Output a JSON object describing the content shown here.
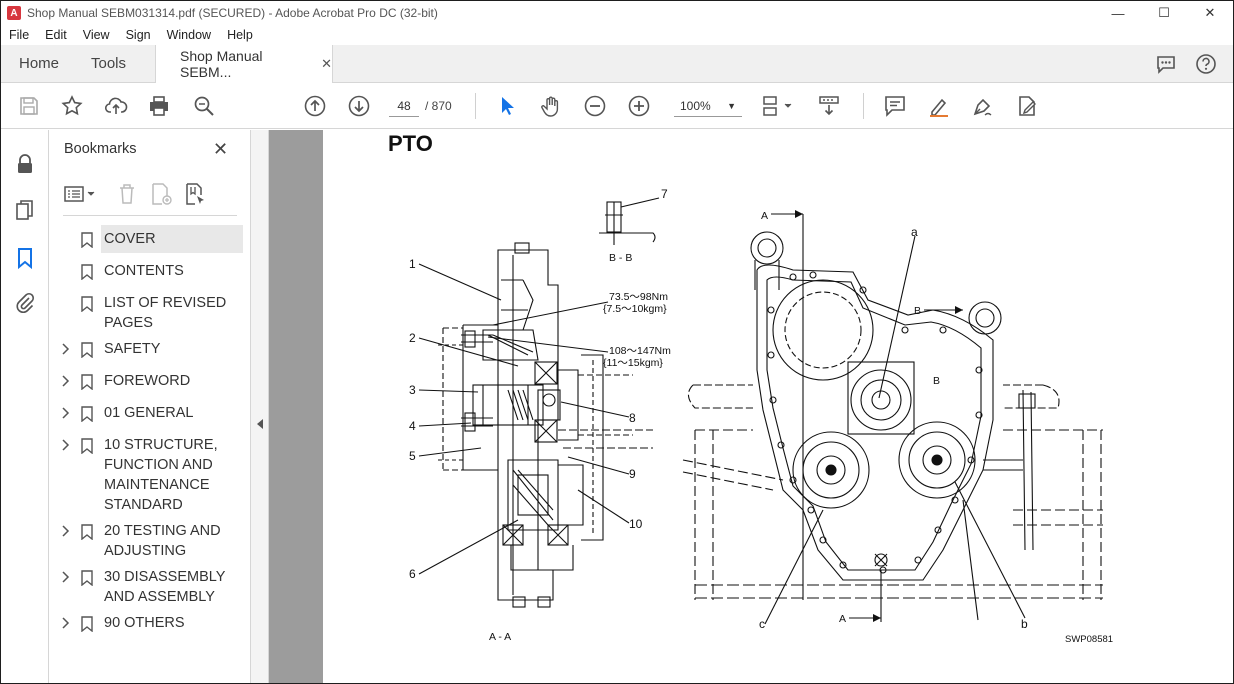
{
  "window": {
    "title": "Shop Manual SEBM031314.pdf (SECURED) - Adobe Acrobat Pro DC (32-bit)",
    "minimize": "—",
    "maximize": "☐",
    "close": "✕"
  },
  "menu": [
    "File",
    "Edit",
    "View",
    "Sign",
    "Window",
    "Help"
  ],
  "tabs": {
    "home": "Home",
    "tools": "Tools",
    "document": "Shop Manual SEBM...",
    "close": "✕"
  },
  "toolbar": {
    "page_current": "48",
    "page_total": "/  870",
    "zoom": "100%",
    "zoom_caret": "▼"
  },
  "bookmarks": {
    "title": "Bookmarks",
    "close": "✕",
    "items": [
      {
        "label": "COVER",
        "expandable": false,
        "selected": true
      },
      {
        "label": "CONTENTS",
        "expandable": false
      },
      {
        "label": "LIST OF REVISED PAGES",
        "expandable": false
      },
      {
        "label": "SAFETY",
        "expandable": true
      },
      {
        "label": "FOREWORD",
        "expandable": true
      },
      {
        "label": "01 GENERAL",
        "expandable": true
      },
      {
        "label": "10 STRUCTURE, FUNCTION AND MAINTENANCE STANDARD",
        "expandable": true
      },
      {
        "label": "20 TESTING AND ADJUSTING",
        "expandable": true
      },
      {
        "label": "30 DISASSEMBLY AND ASSEMBLY",
        "expandable": true
      },
      {
        "label": "90 OTHERS",
        "expandable": true
      }
    ]
  },
  "page": {
    "heading": "PTO",
    "figure": {
      "callouts": [
        "1",
        "2",
        "3",
        "4",
        "5",
        "6",
        "7",
        "8",
        "9",
        "10",
        "a",
        "b",
        "c"
      ],
      "torque_1": "73.5～98Nm",
      "torque_1_alt": "{7.5～10kgm}",
      "torque_2": "108～147Nm",
      "torque_2_alt": "{11～15kgm}",
      "section_aa": "A - A",
      "section_bb": "B - B",
      "label_a": "A",
      "label_b": "B",
      "code": "SWP08581"
    }
  },
  "colors": {
    "accent": "#1473e6",
    "doc_bg": "#9c9c9c",
    "chrome_bg": "#f0f0f0"
  }
}
